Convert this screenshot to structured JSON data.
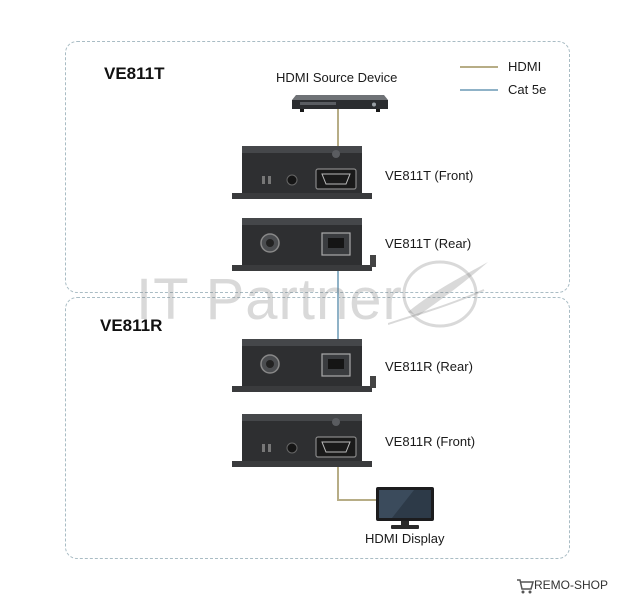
{
  "transmitter": {
    "title": "VE811T"
  },
  "receiver": {
    "title": "VE811R"
  },
  "legend": {
    "hdmi": "HDMI",
    "cat5e": "Cat 5e",
    "hdmi_color": "#b7ad86",
    "cat5e_color": "#8fb2c7"
  },
  "labels": {
    "source": "HDMI Source Device",
    "t_front": "VE811T (Front)",
    "t_rear": "VE811T (Rear)",
    "r_rear": "VE811R (Rear)",
    "r_front": "VE811R (Front)",
    "display": "HDMI Display"
  },
  "watermark": "IT Partner",
  "brand": "REMO-SHOP"
}
